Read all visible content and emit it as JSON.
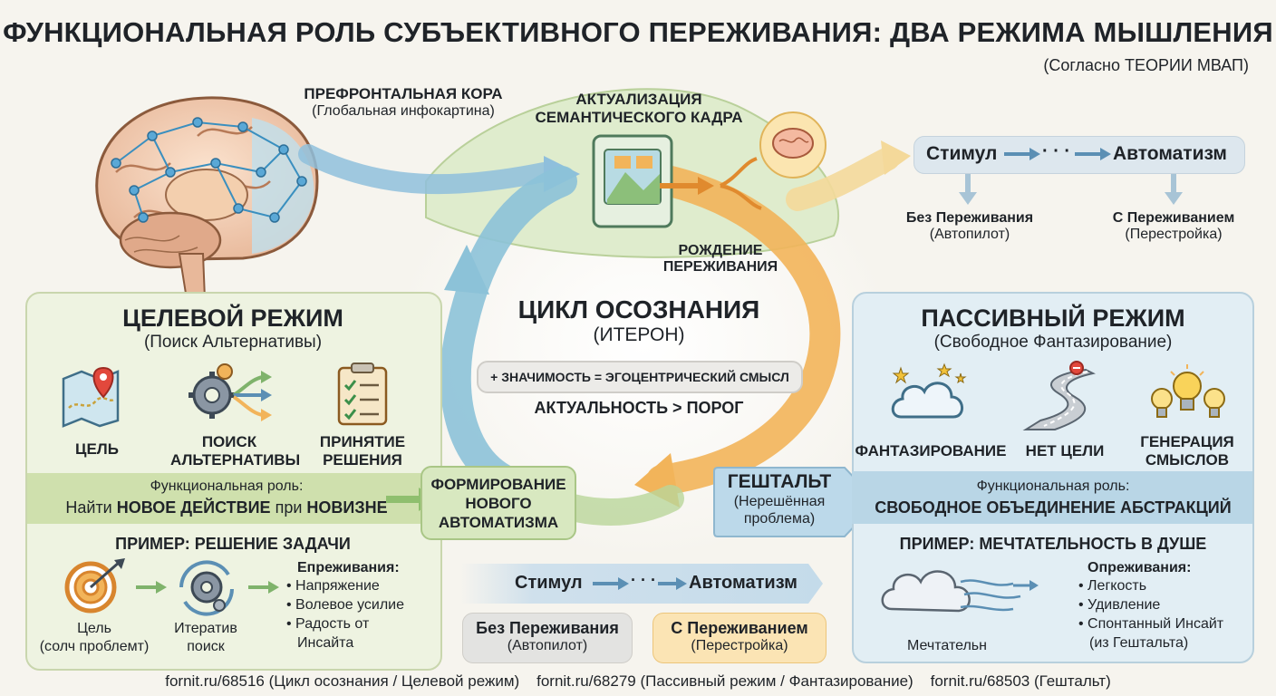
{
  "title": "ФУНКЦИОНАЛЬНАЯ РОЛЬ СУБЪЕКТИВНОГО ПЕРЕЖИВАНИЯ: ДВА РЕЖИМА МЫШЛЕНИЯ",
  "subtitle": "(Согласно ТЕОРИИ МВАП)",
  "prefrontal": {
    "title": "ПРЕФРОНТАЛЬНАЯ КОРА",
    "sub": "(Глобальная инфокартина)"
  },
  "actualization": {
    "line1": "АКТУАЛИЗАЦИЯ",
    "line2": "СЕМАНТИЧЕСКОГО КАДРА"
  },
  "birth": {
    "line1": "РОЖДЕНИЕ",
    "line2": "ПЕРЕЖИВАНИЯ"
  },
  "cycle": {
    "title": "ЦИКЛ ОСОЗНАНИЯ",
    "sub": "(ИТЕРОН)",
    "formula": "+ ЗНАЧИМОСТЬ = ЭГОЦЕНТРИЧЕСКИЙ СМЫСЛ",
    "threshold": "АКТУАЛЬНОСТЬ > ПОРОГ"
  },
  "top_right_flow": {
    "stimulus": "Стимул",
    "dots": "· · ·",
    "automatism": "Автоматизм",
    "without": {
      "title": "Без Переживания",
      "sub": "(Автопилот)"
    },
    "with": {
      "title": "С Переживанием",
      "sub": "(Перестройка)"
    }
  },
  "left_mode": {
    "title": "ЦЕЛЕВОЙ РЕЖИМ",
    "sub": "(Поиск Альтернативы)",
    "icons": [
      {
        "label": "ЦЕЛЬ",
        "icon": "map-pin-icon"
      },
      {
        "label1": "ПОИСК",
        "label2": "АЛЬТЕРНАТИВЫ",
        "icon": "gears-arrows-icon"
      },
      {
        "label1": "ПРИНЯТИЕ",
        "label2": "РЕШЕНИЯ",
        "icon": "checklist-icon"
      }
    ],
    "role_label": "Функциональная роль:",
    "role_pre": "Найти ",
    "role_bold1": "НОВОЕ ДЕЙСТВИЕ",
    "role_mid": " при ",
    "role_bold2": "НОВИЗНЕ",
    "example": "ПРИМЕР: РЕШЕНИЕ ЗАДАЧИ",
    "ex_goal": {
      "label1": "Цель",
      "label2": "(солч проблемт)"
    },
    "ex_search": {
      "label1": "Итератив",
      "label2": "поиск"
    },
    "exp_title": "Епреживания:",
    "exp_items": [
      "Напряжение",
      "Волевое усилие",
      "Радость от",
      "Инсайта"
    ]
  },
  "forming": {
    "line1": "ФОРМИРОВАНИЕ",
    "line2": "НОВОГО",
    "line3": "АВТОМАТИЗМА"
  },
  "gestalt": {
    "title": "ГЕШТАЛЬТ",
    "line1": "(Нерешённая",
    "line2": "проблема)"
  },
  "right_mode": {
    "title": "ПАССИВНЫЙ РЕЖИМ",
    "sub": "(Свободное Фантазирование)",
    "icons": [
      {
        "label": "ФАНТАЗИРОВАНИЕ",
        "icon": "cloud-stars-icon"
      },
      {
        "label": "НЕТ ЦЕЛИ",
        "icon": "winding-road-icon"
      },
      {
        "label1": "ГЕНЕРАЦИЯ",
        "label2": "СМЫСЛОВ",
        "icon": "lightbulbs-icon"
      }
    ],
    "role_label": "Функциональная роль:",
    "role_bold": "СВОБОДНОЕ ОБЪЕДИНЕНИЕ АБСТРАКЦИЙ",
    "example": "ПРИМЕР: МЕЧТАТЕЛЬНОСТЬ В ДУШЕ",
    "ex_label": "Мечтательн",
    "exp_title": "Опреживания:",
    "exp_items": [
      "Легкость",
      "Удивление",
      "Спонтанный Инсайт",
      "(из Гештальта)"
    ]
  },
  "bottom_flow": {
    "stimulus": "Стимул",
    "dots": "· · ·",
    "automatism": "Автоматизм",
    "without": {
      "title": "Без Переживания",
      "sub": "(Автопилот)"
    },
    "with": {
      "title": "С Переживанием",
      "sub": "(Перестройка)"
    }
  },
  "footer": {
    "link1": "fornit.ru/68516 (Цикл осознания / Целевой режим)",
    "link2": "fornit.ru/68279 (Пассивный режим / Фантазирование)",
    "link3": "fornit.ru/68503 (Гештальт)"
  },
  "colors": {
    "green_panel": "#eef3e1",
    "blue_panel": "#e2eef4",
    "orange": "#f0a43a",
    "blue_arrow": "#7fb6d6",
    "green_arrow": "#a7c98a"
  }
}
